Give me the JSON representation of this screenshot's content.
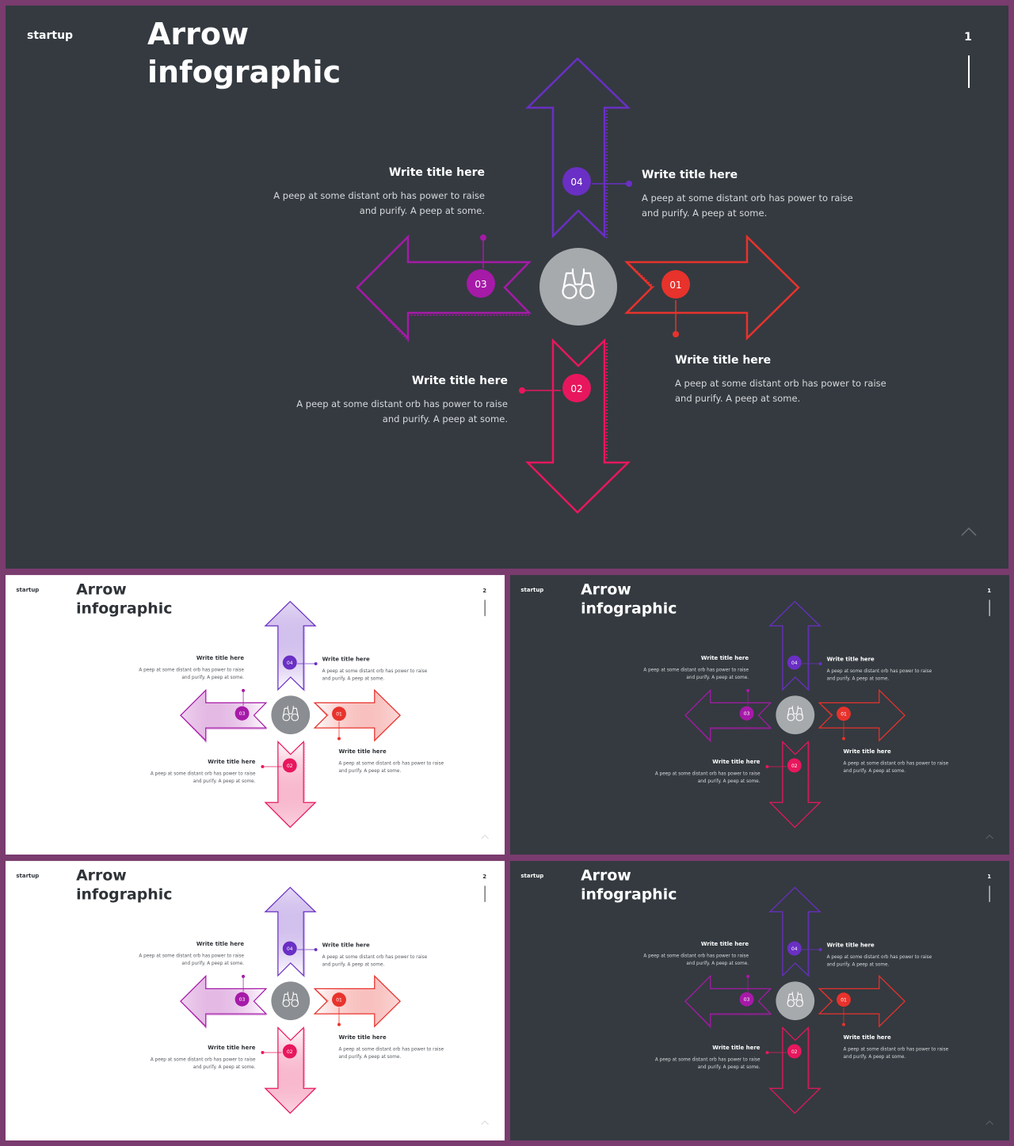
{
  "slides": [
    {
      "theme": "dark",
      "brand": "startup",
      "title_line1": "Arrow",
      "title_line2": "infographic",
      "page_number": "1",
      "center_icon": "binoculars-icon",
      "items": [
        {
          "id": "01",
          "title": "Write title here",
          "text_line1": "A peep at some distant orb has power to raise",
          "text_line2": "and purify. A peep at some.",
          "color": "#e8322c"
        },
        {
          "id": "02",
          "title": "Write title here",
          "text_line1": "A peep at some distant orb has power to raise",
          "text_line2": "and purify. A peep at some.",
          "color": "#e8175d"
        },
        {
          "id": "03",
          "title": "Write title here",
          "text_line1": "A peep at some distant orb has power to raise",
          "text_line2": "and purify. A peep at some.",
          "color": "#a61aa8"
        },
        {
          "id": "04",
          "title": "Write title here",
          "text_line1": "A peep at some distant orb has power to raise",
          "text_line2": "and purify. A peep at some.",
          "color": "#6a2fc4"
        }
      ]
    },
    {
      "theme": "light",
      "brand": "startup",
      "title_line1": "Arrow",
      "title_line2": "infographic",
      "page_number": "2",
      "center_icon": "binoculars-icon",
      "items": [
        {
          "id": "01",
          "title": "Write title here",
          "text_line1": "A peep at some distant orb has power to raise",
          "text_line2": "and purify. A peep at some.",
          "color": "#e8322c"
        },
        {
          "id": "02",
          "title": "Write title here",
          "text_line1": "A peep at some distant orb has power to raise",
          "text_line2": "and purify. A peep at some.",
          "color": "#e8175d"
        },
        {
          "id": "03",
          "title": "Write title here",
          "text_line1": "A peep at some distant orb has power to raise",
          "text_line2": "and purify. A peep at some.",
          "color": "#a61aa8"
        },
        {
          "id": "04",
          "title": "Write title here",
          "text_line1": "A peep at some distant orb has power to raise",
          "text_line2": "and purify. A peep at some.",
          "color": "#6a2fc4"
        }
      ]
    },
    {
      "theme": "dark",
      "brand": "startup",
      "title_line1": "Arrow",
      "title_line2": "infographic",
      "page_number": "1",
      "center_icon": "binoculars-icon",
      "items": [
        {
          "id": "01",
          "title": "Write title here",
          "text_line1": "A peep at some distant orb has power to raise",
          "text_line2": "and purify. A peep at some.",
          "color": "#e8322c"
        },
        {
          "id": "02",
          "title": "Write title here",
          "text_line1": "A peep at some distant orb has power to raise",
          "text_line2": "and purify. A peep at some.",
          "color": "#e8175d"
        },
        {
          "id": "03",
          "title": "Write title here",
          "text_line1": "A peep at some distant orb has power to raise",
          "text_line2": "and purify. A peep at some.",
          "color": "#a61aa8"
        },
        {
          "id": "04",
          "title": "Write title here",
          "text_line1": "A peep at some distant orb has power to raise",
          "text_line2": "and purify. A peep at some.",
          "color": "#6a2fc4"
        }
      ]
    },
    {
      "theme": "light",
      "brand": "startup",
      "title_line1": "Arrow",
      "title_line2": "infographic",
      "page_number": "2",
      "center_icon": "binoculars-icon",
      "items": [
        {
          "id": "01",
          "title": "Write title here",
          "text_line1": "A peep at some distant orb has power to raise",
          "text_line2": "and purify. A peep at some.",
          "color": "#e8322c"
        },
        {
          "id": "02",
          "title": "Write title here",
          "text_line1": "A peep at some distant orb has power to raise",
          "text_line2": "and purify. A peep at some.",
          "color": "#e8175d"
        },
        {
          "id": "03",
          "title": "Write title here",
          "text_line1": "A peep at some distant orb has power to raise",
          "text_line2": "and purify. A peep at some.",
          "color": "#a61aa8"
        },
        {
          "id": "04",
          "title": "Write title here",
          "text_line1": "A peep at some distant orb has power to raise",
          "text_line2": "and purify. A peep at some.",
          "color": "#6a2fc4"
        }
      ]
    },
    {
      "theme": "dark",
      "brand": "startup",
      "title_line1": "Arrow",
      "title_line2": "infographic",
      "page_number": "1",
      "center_icon": "binoculars-icon",
      "items": [
        {
          "id": "01",
          "title": "Write title here",
          "text_line1": "A peep at some distant orb has power to raise",
          "text_line2": "and purify. A peep at some.",
          "color": "#e8322c"
        },
        {
          "id": "02",
          "title": "Write title here",
          "text_line1": "A peep at some distant orb has power to raise",
          "text_line2": "and purify. A peep at some.",
          "color": "#e8175d"
        },
        {
          "id": "03",
          "title": "Write title here",
          "text_line1": "A peep at some distant orb has power to raise",
          "text_line2": "and purify. A peep at some.",
          "color": "#a61aa8"
        },
        {
          "id": "04",
          "title": "Write title here",
          "text_line1": "A peep at some distant orb has power to raise",
          "text_line2": "and purify. A peep at some.",
          "color": "#6a2fc4"
        }
      ]
    }
  ]
}
